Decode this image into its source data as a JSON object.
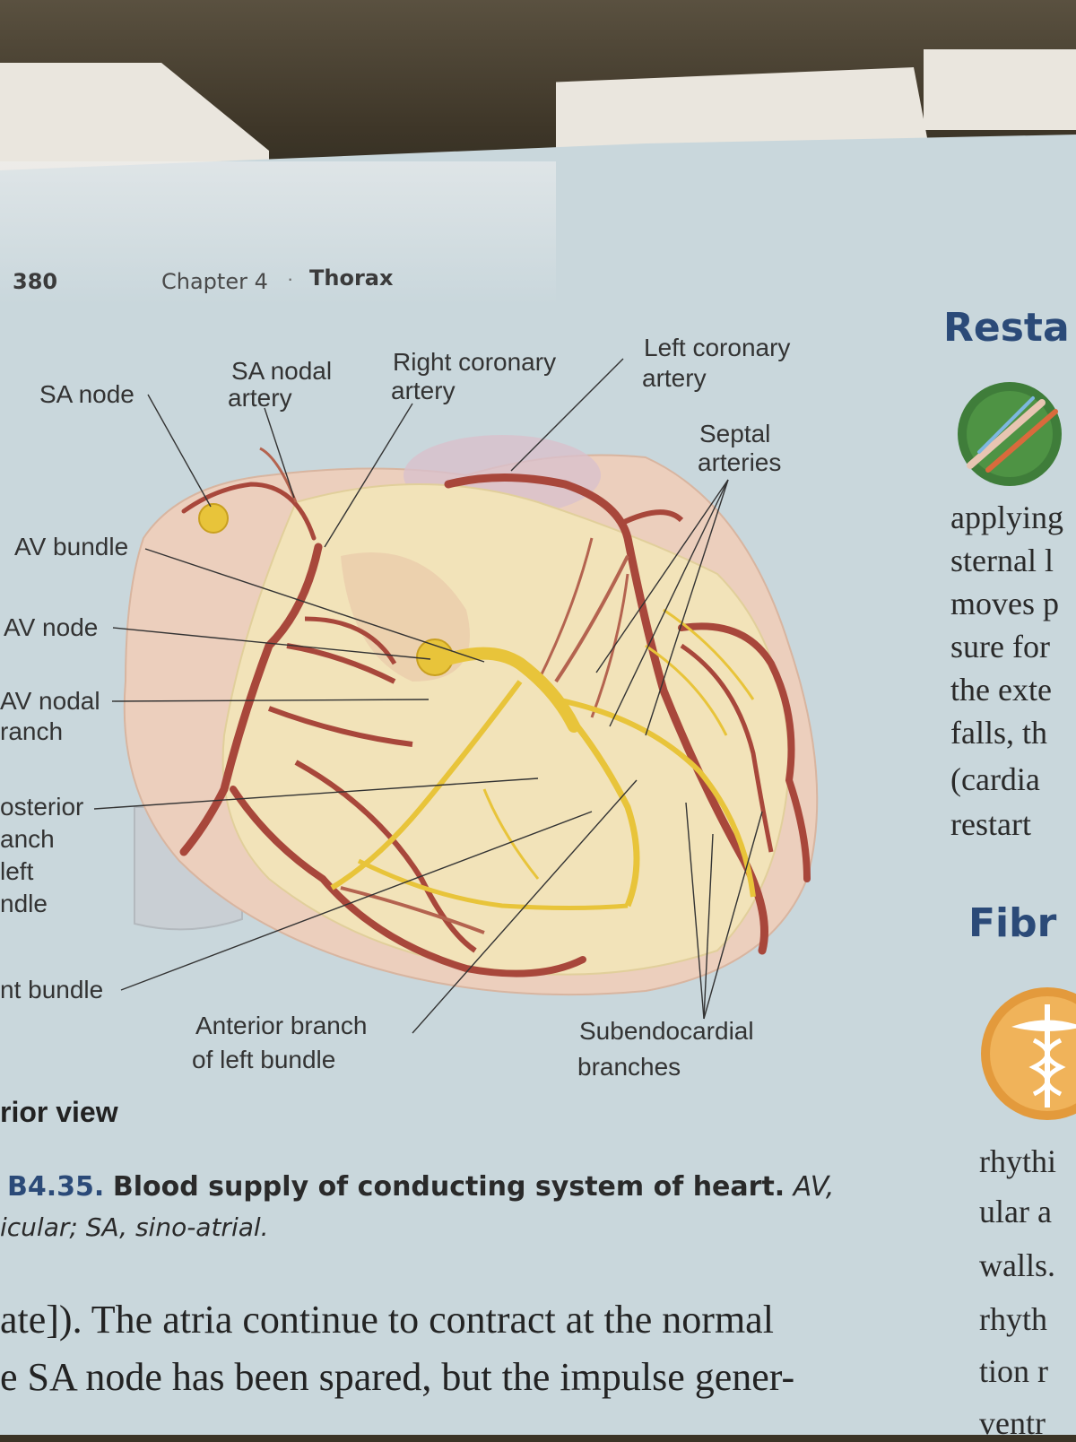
{
  "header": {
    "page_number": "380",
    "chapter": "Chapter 4",
    "separator": "·",
    "section": "Thorax"
  },
  "figure": {
    "labels": {
      "sa_node": "SA node",
      "sa_nodal_artery": [
        "SA nodal",
        "artery"
      ],
      "right_coronary": [
        "Right coronary",
        "artery"
      ],
      "left_coronary": [
        "Left coronary",
        "artery"
      ],
      "septal": [
        "Septal",
        "arteries"
      ],
      "av_bundle": "AV bundle",
      "av_node": "AV node",
      "av_nodal_branch": [
        "AV nodal",
        "ranch"
      ],
      "posterior_branch": [
        "osterior",
        "anch",
        "left",
        "ndle"
      ],
      "right_bundle": "nt bundle",
      "anterior_branch": [
        "Anterior branch",
        "of left bundle"
      ],
      "subendocardial": [
        "Subendocardial",
        "branches"
      ]
    },
    "view_label": "rior view",
    "colors": {
      "artery": "#a8473b",
      "conduction": "#e8c43a",
      "myocardium": "#f1e2b8",
      "atrium": "#e8c8b4"
    }
  },
  "caption": {
    "figure_number": "B4.35.",
    "title": "Blood supply of conducting system of heart.",
    "abbrev_italic": "AV,",
    "line2": "icular; SA, sino-atrial."
  },
  "body_text": [
    "ate]). The atria continue to contract at the normal",
    "e SA node has been spared, but the impulse gener-"
  ],
  "sidebar": {
    "heading1": "Resta",
    "heading2": "Fibr",
    "lines1": [
      "applying",
      "sternal l",
      "moves p",
      "sure for",
      "the exte",
      "falls, th",
      "(cardia",
      "restart"
    ],
    "lines2": [
      "rhythi",
      "ular a",
      "walls.",
      "rhyth",
      "tion r",
      "ventr"
    ]
  }
}
